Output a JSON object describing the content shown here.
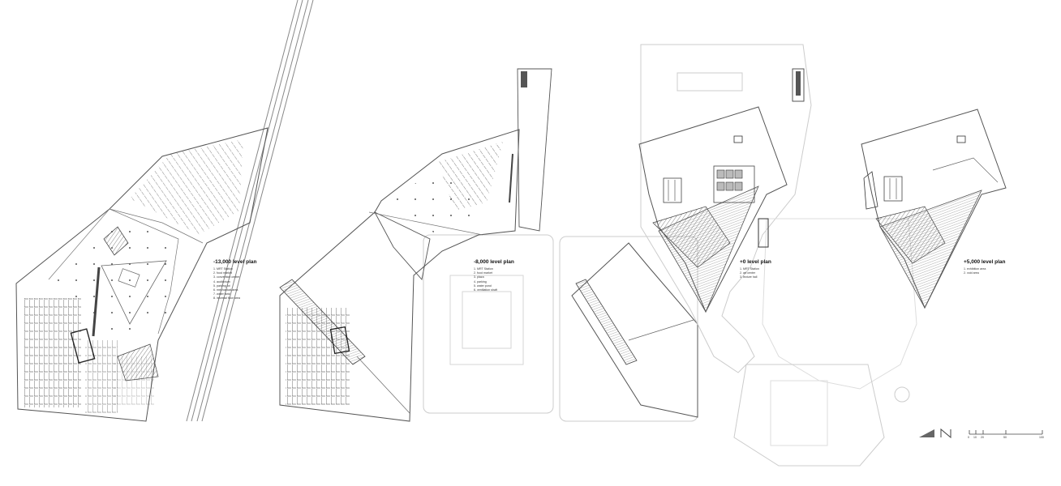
{
  "plans": [
    {
      "title": "-13,000 level plan",
      "legend": [
        "1. MRT Station",
        "2. food market",
        "3. convention center",
        "4. auditorium",
        "5. parking lot",
        "6. mechanical area",
        "7. water tank",
        "8. informal floor area"
      ]
    },
    {
      "title": "-8,000 level plan",
      "legend": [
        "1. MRT Station",
        "2. food market",
        "3. plaza",
        "4. parking",
        "5. water pond",
        "6. ventilation shaft"
      ]
    },
    {
      "title": "+0 level plan",
      "legend": [
        "1. MRT Station",
        "2. art center",
        "3. lecture hall"
      ]
    },
    {
      "title": "+5,000 level plan",
      "legend": [
        "1. exhibition area",
        "2. void area"
      ]
    }
  ],
  "scale_bar": {
    "ticks": [
      "0",
      "10",
      "20",
      "50",
      "100"
    ]
  },
  "colors": {
    "line": "#555555",
    "faint": "#c8c8c8",
    "hatch": "#666666"
  }
}
